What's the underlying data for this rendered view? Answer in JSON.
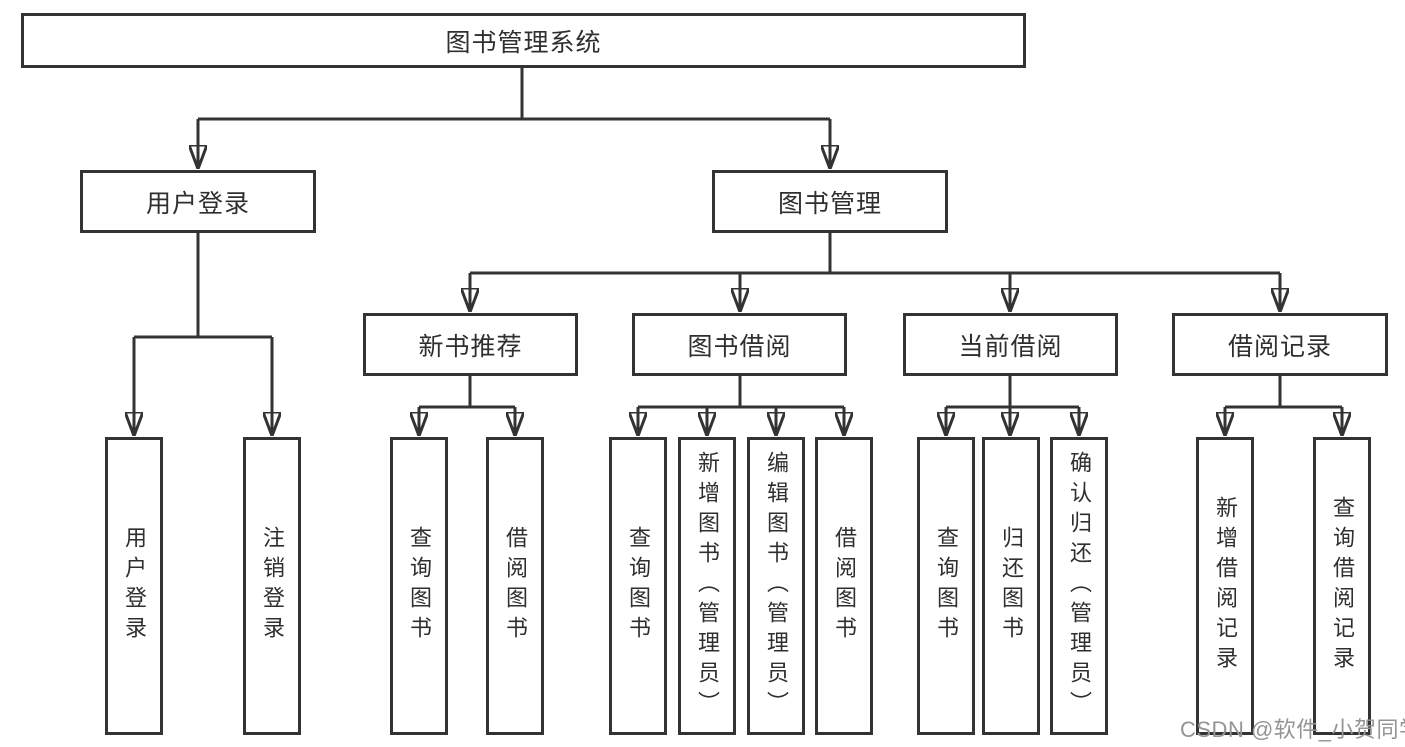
{
  "diagram": {
    "type": "hierarchy-tree",
    "nodes": {
      "root": {
        "label": "图书管理系统"
      },
      "user_login": {
        "label": "用户登录"
      },
      "book_management": {
        "label": "图书管理"
      },
      "new_book_recommend": {
        "label": "新书推荐"
      },
      "book_borrow": {
        "label": "图书借阅"
      },
      "current_borrow": {
        "label": "当前借阅"
      },
      "borrow_records": {
        "label": "借阅记录"
      },
      "leaves": {
        "user_login": {
          "label": "用户登录",
          "parent": "用户登录"
        },
        "logout_login": {
          "label": "注销登录",
          "parent": "用户登录"
        },
        "query_books_recommend": {
          "label": "查询图书",
          "parent": "新书推荐"
        },
        "borrow_books_recommend": {
          "label": "借阅图书",
          "parent": "新书推荐"
        },
        "query_books_borrow": {
          "label": "查询图书",
          "parent": "图书借阅"
        },
        "add_books_admin": {
          "label": "新增图书（管理员）",
          "parent": "图书借阅"
        },
        "edit_books_admin": {
          "label": "编辑图书（管理员）",
          "parent": "图书借阅"
        },
        "borrow_books_borrow": {
          "label": "借阅图书",
          "parent": "图书借阅"
        },
        "query_books_current": {
          "label": "查询图书",
          "parent": "当前借阅"
        },
        "return_books": {
          "label": "归还图书",
          "parent": "当前借阅"
        },
        "confirm_return_admin": {
          "label": "确认归还（管理员）",
          "parent": "当前借阅"
        },
        "add_borrow_record": {
          "label": "新增借阅记录",
          "parent": "借阅记录"
        },
        "query_borrow_record": {
          "label": "查询借阅记录",
          "parent": "借阅记录"
        }
      }
    },
    "colors": {
      "line": "#333333",
      "border": "#333333",
      "text": "#2f2f2f",
      "background": "#ffffff"
    }
  },
  "watermark": {
    "text": "CSDN @软件_小贺同学",
    "color": "#949494"
  }
}
